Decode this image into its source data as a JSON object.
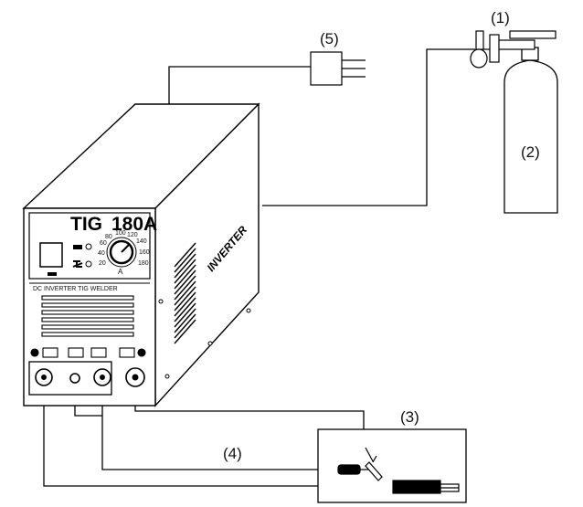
{
  "callouts": {
    "regulator": "(1)",
    "gas_cylinder": "(2)",
    "torch_box": "(3)",
    "cable": "(4)",
    "power_plug": "(5)"
  },
  "machine": {
    "model_prefix": "TIG",
    "model_number": "180A",
    "side_brand": "INVERTER",
    "panel_subtitle": "DC INVERTER TIG WELDER",
    "current_unit": "A",
    "knob_ticks": [
      "20",
      "40",
      "60",
      "80",
      "100",
      "120",
      "140",
      "160",
      "180"
    ]
  },
  "colors": {
    "line": "#000000",
    "panel_fill": "#ffffff"
  }
}
